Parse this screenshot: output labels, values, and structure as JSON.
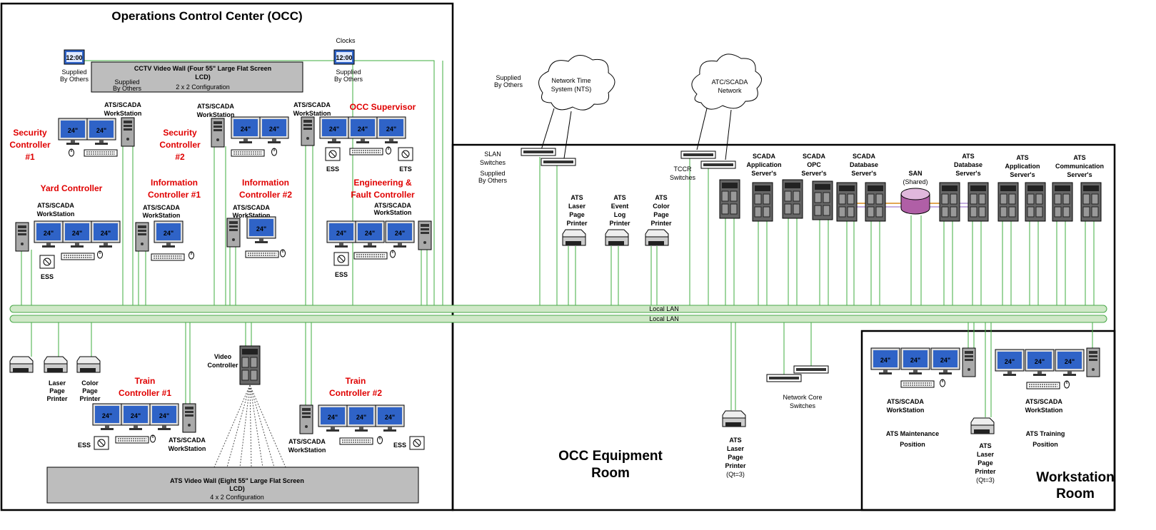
{
  "rooms": {
    "occ_title": "Operations Control Center (OCC)",
    "equipment_room_line1": "OCC Equipment",
    "equipment_room_line2": "Room",
    "workstation_room_line1": "Workstation",
    "workstation_room_line2": "Room"
  },
  "clocks": {
    "title": "Clocks",
    "display": "12:00",
    "supplied_line1": "Supplied",
    "supplied_line2": "By Others"
  },
  "cctv_wall": {
    "line1": "CCTV Video Wall (Four 55\" Large Flat Screen",
    "line2": "LCD)",
    "line3": "2 x 2 Configuration",
    "supplied_line1": "Supplied",
    "supplied_line2": "By Others"
  },
  "ats_wall": {
    "line1": "ATS Video  Wall (Eight 55\" Large Flat Screen",
    "line2": "LCD)",
    "line3": "4 x 2 Configuration"
  },
  "common": {
    "monitor": "24\"",
    "ws_line1": "ATS/SCADA",
    "ws_line2": "WorkStation",
    "ess": "ESS",
    "ets": "ETS"
  },
  "positions": {
    "security1": [
      "Security",
      "Controller",
      "#1"
    ],
    "security2": [
      "Security",
      "Controller",
      "#2"
    ],
    "occ_supervisor": "OCC Supervisor",
    "yard": "Yard Controller",
    "info1": [
      "Information",
      "Controller #1"
    ],
    "info2": [
      "Information",
      "Controller #2"
    ],
    "engineering": [
      "Engineering &",
      "Fault Controller"
    ],
    "train1": [
      "Train",
      "Controller #1"
    ],
    "train2": [
      "Train",
      "Controller #2"
    ],
    "ats_maintenance": [
      "ATS Maintenance",
      "Position"
    ],
    "ats_training": [
      "ATS Training",
      "Position"
    ]
  },
  "occ_printers": {
    "laser": [
      "Laser",
      "Page",
      "Printer"
    ],
    "color": [
      "Color",
      "Page",
      "Printer"
    ]
  },
  "video_controller": [
    "Video",
    "Controller"
  ],
  "network": {
    "nts": [
      "Network Time",
      "System (NTS)"
    ],
    "nts_supplied": [
      "Supplied",
      "By Others"
    ],
    "atc_scada": [
      "ATC/SCADA",
      "Network"
    ],
    "slan": [
      "SLAN",
      "Switches"
    ],
    "slan_supplied": [
      "Supplied",
      "By Others"
    ],
    "tccr": [
      "TCCR",
      "Switches"
    ],
    "core": [
      "Network Core",
      "Switches"
    ],
    "local_lan": "Local LAN"
  },
  "equipment_printers": {
    "laser": [
      "ATS",
      "Laser",
      "Page",
      "Printer"
    ],
    "event": [
      "ATS",
      "Event",
      "Log",
      "Printer"
    ],
    "color": [
      "ATS",
      "Color",
      "Page",
      "Printer"
    ],
    "laser_qty": [
      "ATS",
      "Laser",
      "Page",
      "Printer",
      "(Qt=3)"
    ]
  },
  "servers": {
    "scada_app": [
      "SCADA",
      "Application",
      "Server's"
    ],
    "scada_opc": [
      "SCADA",
      "OPC",
      "Server's"
    ],
    "scada_db": [
      "SCADA",
      "Database",
      "Server's"
    ],
    "san": [
      "SAN",
      "(Shared)"
    ],
    "ats_db": [
      "ATS",
      "Database",
      "Server's"
    ],
    "ats_app": [
      "ATS",
      "Application",
      "Server's"
    ],
    "ats_comm": [
      "ATS",
      "Communication",
      "Server's"
    ]
  },
  "colors": {
    "lan_fill": "#cfe8c7",
    "lan_stroke": "#4aa84a",
    "label_red": "#e00000",
    "wall_gray": "#bdbdbd",
    "monitor_blue": "#2f63c7"
  }
}
